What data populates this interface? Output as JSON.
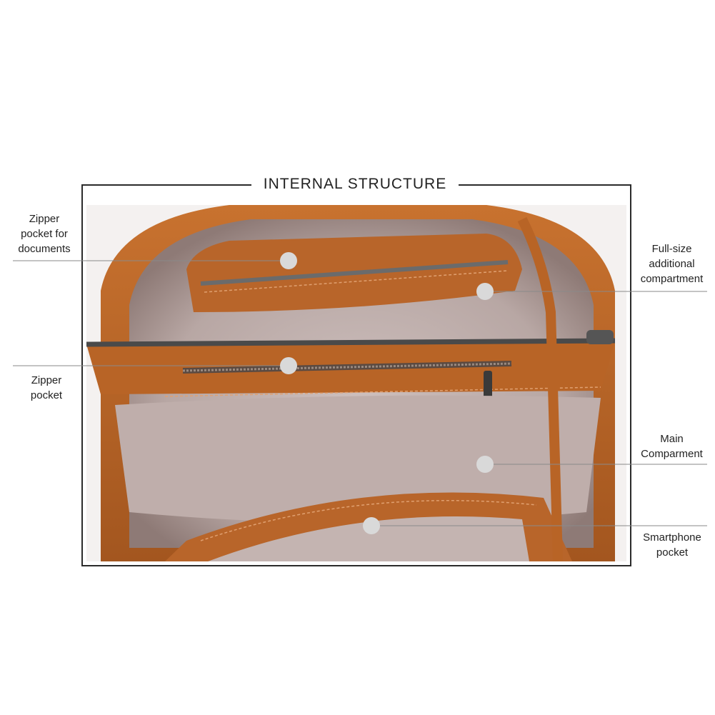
{
  "title": "INTERNAL STRUCTURE",
  "labels": {
    "zipper_docs": [
      "Zipper",
      "pocket for",
      "documents"
    ],
    "zipper_pocket": [
      "Zipper",
      "pocket"
    ],
    "full_size": [
      "Full-size",
      "additional",
      "compartment"
    ],
    "main": [
      "Main",
      "Comparment"
    ],
    "smartphone": [
      "Smartphone",
      "pocket"
    ]
  },
  "colors": {
    "leather": "#b86426",
    "lining": "#c8b9b6",
    "marker": "#d9d9d9",
    "line": "#8a8a8a"
  }
}
